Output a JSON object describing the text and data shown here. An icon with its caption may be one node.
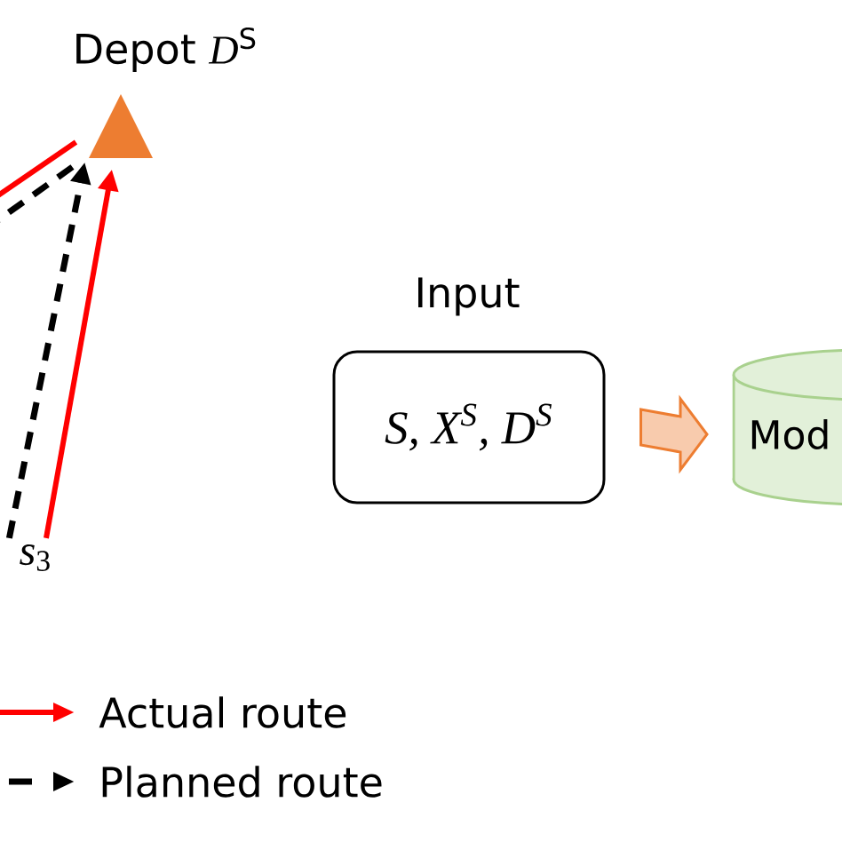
{
  "diagram": {
    "nodes": [
      {
        "text": [
          "Depot *D*$^{S}$"
        ]
      },
      {
        "text": [
          "*s*$_{3}$"
        ]
      },
      {
        "text": [
          "Input",
          "S, X$^{S}$, D$^{S}$"
        ]
      },
      {
        "text": [
          "Mod"
        ]
      }
    ],
    "edges": [
      {
        "from": 0,
        "to": null,
        "arrow": "none",
        "color": "#ff0000"
      },
      {
        "from": 0,
        "to": null,
        "arrow": "none",
        "style": "dashed",
        "color": "#000000"
      },
      {
        "from": 1,
        "to": 0,
        "arrow": "to",
        "color": "#ff0000"
      },
      {
        "from": 1,
        "to": 0,
        "arrow": "to",
        "style": "dashed",
        "color": "#000000"
      },
      {
        "from": 2,
        "to": 3,
        "arrow": "to",
        "style": "thick",
        "color": "#f8cbad"
      }
    ],
    "legend": [
      {
        "text": "Actual route"
      },
      {
        "text": "Planned route"
      }
    ]
  }
}
